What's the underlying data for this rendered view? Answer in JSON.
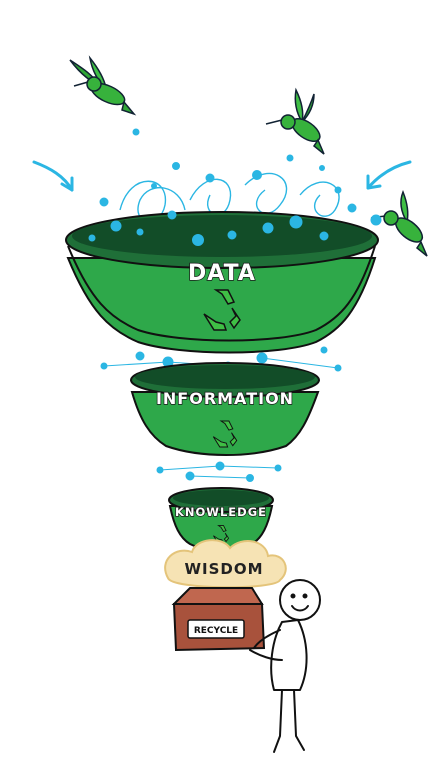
{
  "diagram": {
    "stages": [
      {
        "id": "data",
        "label": "DATA"
      },
      {
        "id": "information",
        "label": "INFORMATION"
      },
      {
        "id": "knowledge",
        "label": "KNOWLEDGE"
      }
    ],
    "output_label": "WISDOM",
    "box_label": "RECYCLE"
  },
  "colors": {
    "funnel_fill": "#2ea84a",
    "funnel_rim": "#0f4a24",
    "funnel_inner": "#1f6f38",
    "dots": "#2bb6e3",
    "bird": "#37b23c",
    "box": "#a8523c",
    "cloud": "#f3d79a"
  },
  "icons": [
    "hummingbird-icon",
    "recycle-icon",
    "arrow-icon",
    "person-icon"
  ]
}
